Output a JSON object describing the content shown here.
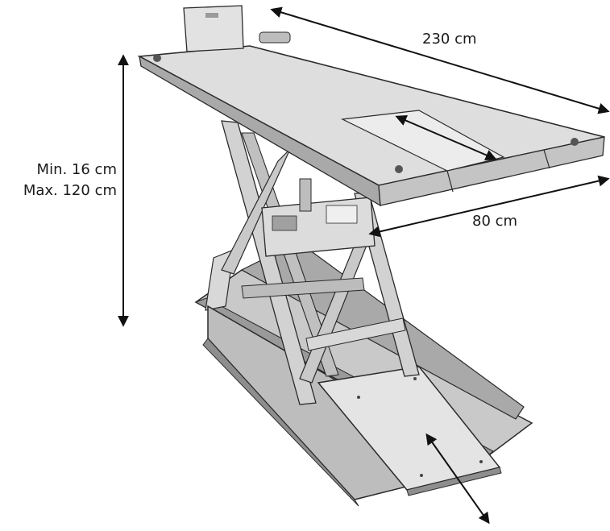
{
  "dimensions": {
    "length": "230 cm",
    "width": "80 cm",
    "height_min": "Min. 16 cm",
    "height_max": "Max. 120 cm"
  },
  "colors": {
    "metal_light": "#dedede",
    "metal_mid": "#c4c4c4",
    "metal_dark": "#8e8e8e",
    "line": "#2a2a2a",
    "arrow": "#111111"
  }
}
